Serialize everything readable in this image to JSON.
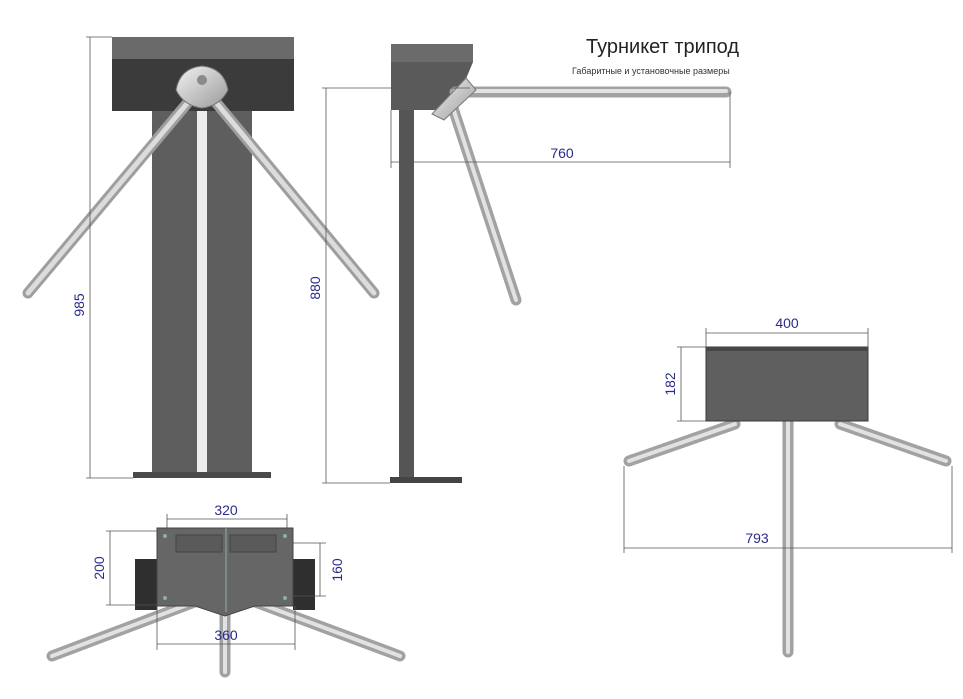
{
  "title": "Турникет трипод",
  "subtitle": "Габаритные и установочные размеры",
  "dimensions": {
    "front_height": "985",
    "side_height": "880",
    "side_arm_length": "760",
    "top_width_outer": "320",
    "top_width_inner": "360",
    "top_depth_outer": "200",
    "top_depth_inner": "160",
    "rear_width": "400",
    "rear_height": "182",
    "rear_span": "793"
  },
  "colors": {
    "body": "#5f5f5f",
    "body_dark": "#3a3a3a",
    "arm": "#c8c8c8",
    "dimension_text": "#2b2b8a"
  }
}
